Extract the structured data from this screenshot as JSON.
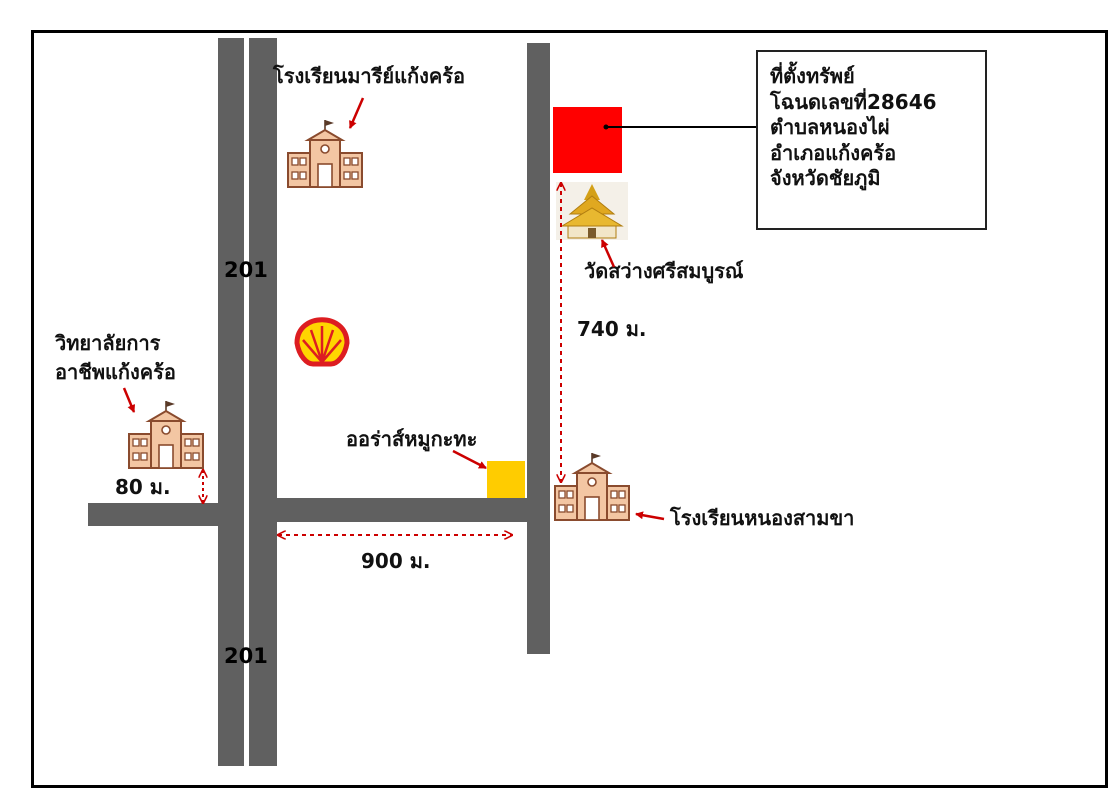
{
  "property_box": {
    "lines": [
      "ที่ตั้งทรัพย์",
      "โฉนดเลขที่28646",
      "ตำบลหนองไผ่",
      "อำเภอแก้งคร้อ",
      "จังหวัดชัยภูมิ"
    ]
  },
  "roads": {
    "highway_label_upper": "201",
    "highway_label_lower": "201"
  },
  "places": {
    "school_mari": "โรงเรียนมารีย์แก้งคร้อ",
    "temple": "วัดสว่างศรีสมบูรณ์",
    "college_line1": "วิทยาลัยการ",
    "college_line2": "อาชีพแก้งคร้อ",
    "restaurant": "ออร่าส์หมูกะทะ",
    "school_nong_sam_kha": "โรงเรียนหนองสามขา"
  },
  "distances": {
    "temple_to_school": "740 ม.",
    "college_offset": "80 ม.",
    "side_road": "900 ม."
  },
  "icons": [
    "school-icon",
    "temple-icon",
    "shell-logo",
    "property-marker",
    "restaurant-marker"
  ],
  "colors": {
    "road": "#606060",
    "property": "#ff0000",
    "restaurant": "#ffcc00",
    "dimension": "#cc0000",
    "school_fill": "#f3c6a3",
    "school_stroke": "#8a4b2e"
  }
}
